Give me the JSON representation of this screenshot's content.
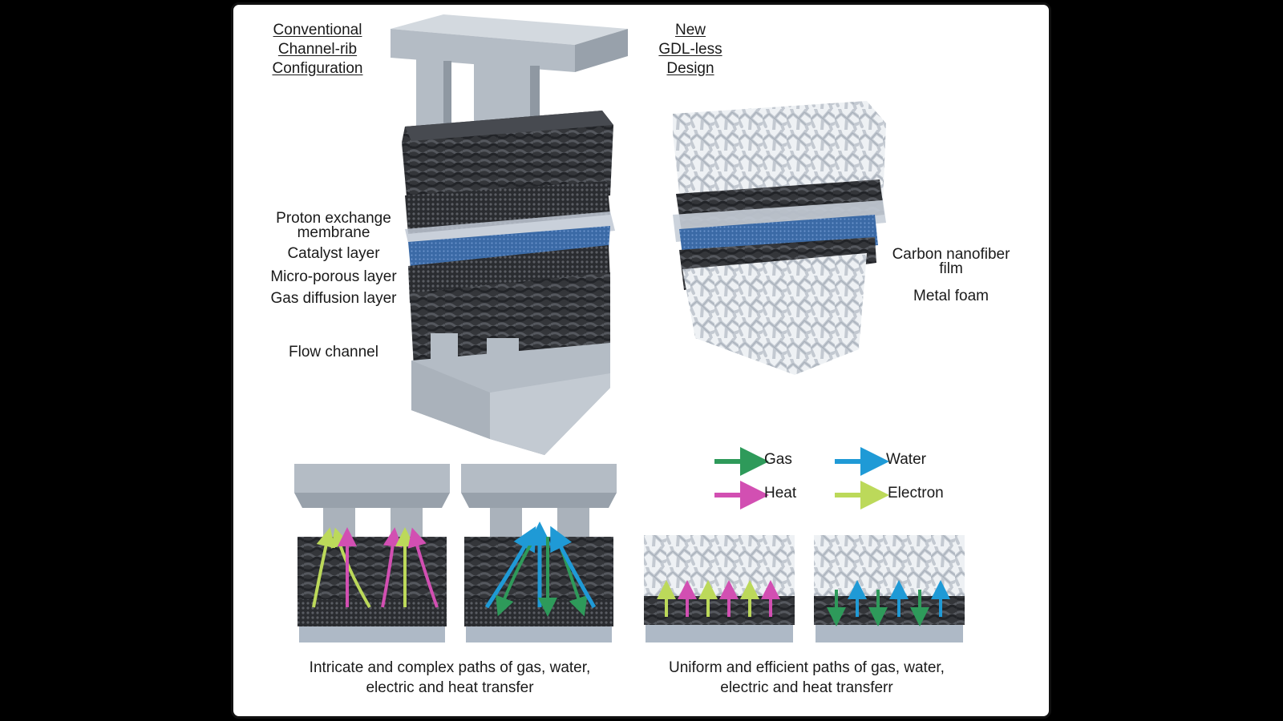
{
  "left_title": [
    "Conventional",
    "Channel-rib",
    "Configuration"
  ],
  "right_title": [
    "New",
    "GDL-less",
    "Design"
  ],
  "left_labels": {
    "pem": [
      "Proton exchange",
      "membrane"
    ],
    "catalyst": "Catalyst layer",
    "mpl": "Micro-porous layer",
    "gdl": "Gas diffusion layer",
    "flow": "Flow channel"
  },
  "right_labels": {
    "cnf": [
      "Carbon nanofiber",
      "film"
    ],
    "foam": "Metal foam"
  },
  "legend": [
    {
      "label": "Gas",
      "color": "#2e9a5a"
    },
    {
      "label": "Water",
      "color": "#1f9ad6"
    },
    {
      "label": "Heat",
      "color": "#d24fb2"
    },
    {
      "label": "Electron",
      "color": "#bcd95a"
    }
  ],
  "captions": {
    "left": [
      "Intricate and complex paths of gas, water,",
      "electric and heat transfer"
    ],
    "right": [
      "Uniform and efficient paths of gas, water,",
      "electric and heat transferr"
    ]
  },
  "colors": {
    "plate_top": "#c9d0d8",
    "plate_front": "#aeb6bf",
    "plate_side": "#8f98a2",
    "fiber_dark": "#2d2f33",
    "fiber_mid": "#4a4d52",
    "membrane": "#3d6aa8",
    "foam": "#d6dbe2"
  }
}
